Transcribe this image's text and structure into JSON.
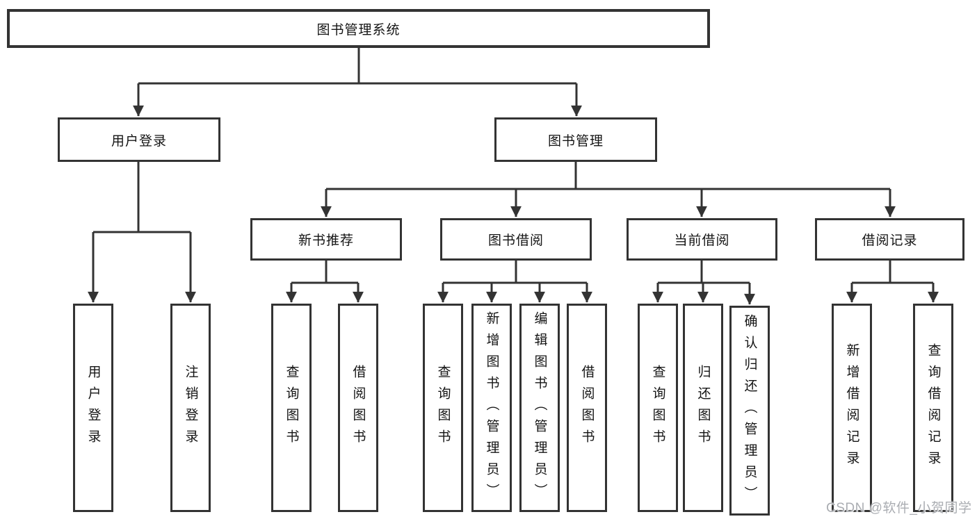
{
  "tree": {
    "root": {
      "label": "图书管理系统"
    },
    "branches": [
      {
        "label": "用户登录",
        "children": [
          {
            "label": "用户登录"
          },
          {
            "label": "注销登录"
          }
        ]
      },
      {
        "label": "图书管理",
        "children": [
          {
            "label": "新书推荐",
            "children": [
              {
                "label": "查询图书"
              },
              {
                "label": "借阅图书"
              }
            ]
          },
          {
            "label": "图书借阅",
            "children": [
              {
                "label": "查询图书"
              },
              {
                "label": "新增图书（管理员）"
              },
              {
                "label": "编辑图书（管理员）"
              },
              {
                "label": "借阅图书"
              }
            ]
          },
          {
            "label": "当前借阅",
            "children": [
              {
                "label": "查询图书"
              },
              {
                "label": "归还图书"
              },
              {
                "label": "确认归还（管理员）"
              }
            ]
          },
          {
            "label": "借阅记录",
            "children": [
              {
                "label": "新增借阅记录"
              },
              {
                "label": "查询借阅记录"
              }
            ]
          }
        ]
      }
    ]
  },
  "watermark": "CSDN @软件_小贺同学",
  "colors": {
    "line": "#333333",
    "text": "#141414",
    "watermark": "#aaadb2"
  }
}
